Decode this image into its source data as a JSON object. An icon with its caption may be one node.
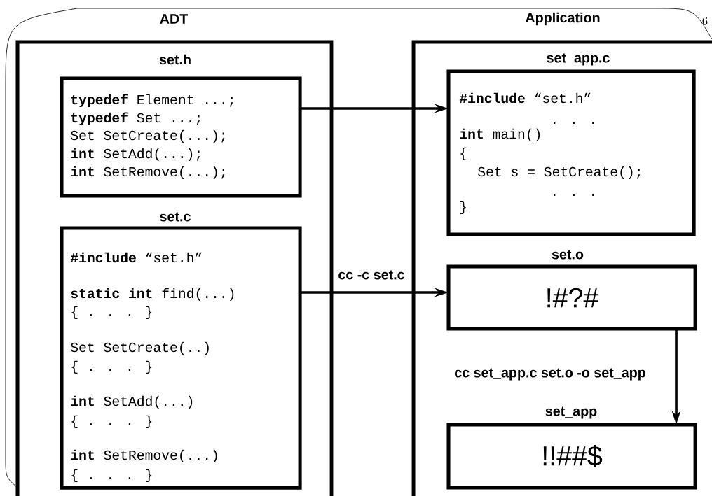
{
  "diagram": {
    "nodes": [
      {
        "text": [
          "ADT"
        ]
      },
      {
        "text": [
          "set.h",
          "**typedef** Element ...;",
          "**typedef** Set ...;",
          "Set SetCreate(...);",
          "**int** SetAdd(...);",
          "**int** SetRemove(...);"
        ],
        "in": 0
      },
      {
        "text": [
          "set.c",
          "**#include** “set.h”",
          "**static int** find(...)",
          "{ . . . }",
          "Set SetCreate(..)",
          "{ . . . }",
          "**int** SetAdd(...)",
          "{ . . . }",
          "**int** SetRemove(...)",
          "{ . . . }"
        ],
        "in": 0
      },
      {
        "text": [
          "Application"
        ]
      },
      {
        "text": [
          "set_app.c",
          "**#include** “set.h”",
          ". . .",
          "**int** main()",
          "{",
          "Set s = SetCreate();",
          ". . .",
          "}"
        ],
        "in": 3
      },
      {
        "text": [
          "set.o",
          "!#?#"
        ],
        "in": 3
      },
      {
        "text": [
          "set_app",
          "!!##$"
        ],
        "in": 3
      }
    ],
    "edges": [
      {
        "from": 1,
        "to": 4,
        "arrow": "to"
      },
      {
        "from": 2,
        "to": 5,
        "arrow": "to",
        "label": "cc -c set.c"
      },
      {
        "from": 5,
        "to": 6,
        "arrow": "to",
        "label": "cc set_app.c set.o -o set_app"
      }
    ],
    "labels": [
      "6"
    ]
  }
}
